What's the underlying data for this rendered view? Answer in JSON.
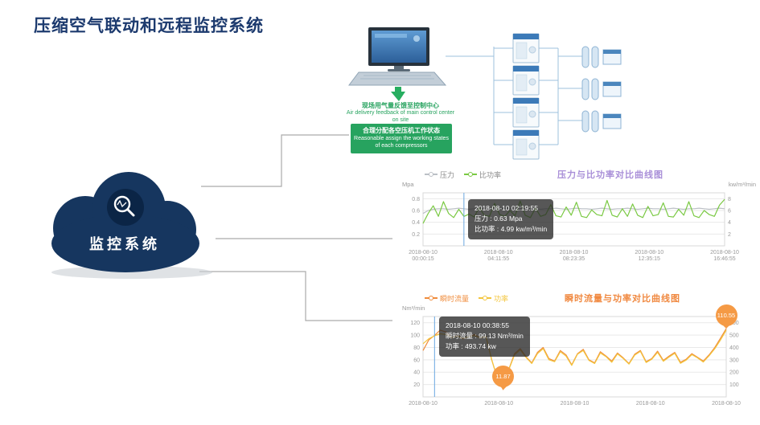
{
  "page": {
    "title": "压缩空气联动和远程监控系统"
  },
  "cloud": {
    "label": "监控系统"
  },
  "diagram": {
    "feedback_cn": "现场用气量反馈至控制中心",
    "feedback_en": "Air delivery feedback of main control center on site",
    "assign_cn": "合理分配各空压机工作状态",
    "assign_en": "Reasonable assign the working states of each compressors"
  },
  "chart_data": [
    {
      "type": "line",
      "title": "压力与比功率对比曲线图",
      "legend": [
        "压力",
        "比功率"
      ],
      "legend_position": "top-left",
      "grid": true,
      "left_axis": {
        "label": "Mpa",
        "ticks": [
          0.2,
          0.4,
          0.6,
          0.8
        ],
        "range": [
          0,
          0.9
        ]
      },
      "right_axis": {
        "label": "kw/m³/min",
        "ticks": [
          2,
          4,
          6,
          8
        ],
        "range": [
          0,
          9
        ]
      },
      "x_labels": [
        "2018-08-10\n00:00:15",
        "2018-08-10\n04:11:55",
        "2018-08-10\n08:23:35",
        "2018-08-10\n12:35:15",
        "2018-08-10\n16:46:55"
      ],
      "series": [
        {
          "name": "压力",
          "axis": "left",
          "color": "#bcc0c6",
          "values": [
            0.55,
            0.6,
            0.62,
            0.63,
            0.63,
            0.62,
            0.63,
            0.64,
            0.63,
            0.62,
            0.63,
            0.64,
            0.63,
            0.63,
            0.62,
            0.63,
            0.64,
            0.63,
            0.62,
            0.63,
            0.63,
            0.64,
            0.63,
            0.62,
            0.63,
            0.63,
            0.64,
            0.63,
            0.62,
            0.63,
            0.64,
            0.63,
            0.63,
            0.62,
            0.63,
            0.64,
            0.63,
            0.62,
            0.63,
            0.63,
            0.64,
            0.63,
            0.62,
            0.63,
            0.64,
            0.63,
            0.63,
            0.62,
            0.63,
            0.64,
            0.63,
            0.62,
            0.63,
            0.63,
            0.64,
            0.63,
            0.62,
            0.63,
            0.64,
            0.63
          ]
        },
        {
          "name": "比功率",
          "axis": "right",
          "color": "#7ac943",
          "values": [
            3.8,
            5.5,
            6.8,
            5.0,
            7.5,
            5.5,
            4.8,
            6.2,
            4.99,
            5.4,
            4.9,
            6.5,
            5.2,
            5.0,
            7.2,
            5.3,
            5.0,
            6.0,
            5.1,
            7.6,
            5.2,
            4.8,
            6.4,
            5.0,
            5.3,
            7.0,
            5.1,
            4.9,
            6.6,
            5.2,
            7.4,
            5.0,
            4.8,
            6.1,
            5.3,
            5.1,
            7.7,
            5.2,
            4.9,
            6.3,
            5.0,
            7.1,
            5.2,
            4.8,
            6.7,
            5.1,
            5.3,
            7.3,
            5.0,
            4.9,
            6.2,
            5.2,
            7.5,
            5.1,
            4.8,
            6.0,
            5.3,
            5.0,
            6.9,
            7.9
          ]
        }
      ],
      "cursor": {
        "x_fraction": 0.1356,
        "color": "#6aa7e0"
      },
      "tooltip": {
        "lines": [
          "2018-08-10 02:19:55",
          "压力 : 0.63 Mpa",
          "比功率 : 4.99 kw/m³/min"
        ]
      }
    },
    {
      "type": "line",
      "title": "瞬时流量与功率对比曲线图",
      "legend": [
        "瞬时流量",
        "功率"
      ],
      "legend_position": "top-left",
      "grid": true,
      "left_axis": {
        "label": "Nm³/min",
        "ticks": [
          20,
          40,
          60,
          80,
          100,
          120
        ],
        "range": [
          0,
          130
        ]
      },
      "right_axis": {
        "label": "",
        "ticks": [
          100,
          200,
          300,
          400,
          500,
          600
        ],
        "range": [
          0,
          650
        ]
      },
      "x_labels": [
        "2018-08-10",
        "2018-08-10",
        "2018-08-10",
        "2018-08-10",
        "2018-08-10"
      ],
      "series": [
        {
          "name": "瞬时流量",
          "axis": "left",
          "color": "#f08c3c",
          "values": [
            75,
            92,
            99.13,
            108,
            105,
            96,
            99,
            94,
            97,
            101,
            95,
            98,
            60,
            30,
            11.87,
            45,
            70,
            78,
            65,
            55,
            72,
            80,
            62,
            58,
            75,
            68,
            52,
            70,
            77,
            60,
            55,
            73,
            66,
            58,
            71,
            63,
            54,
            69,
            75,
            57,
            62,
            74,
            59,
            66,
            72,
            56,
            61,
            70,
            64,
            58,
            68,
            80,
            95,
            110.55
          ]
        },
        {
          "name": "功率",
          "axis": "right",
          "color": "#f3c53d",
          "values": [
            430,
            470,
            493.74,
            510,
            505,
            480,
            490,
            475,
            485,
            495,
            478,
            488,
            300,
            150,
            95,
            220,
            340,
            380,
            320,
            270,
            350,
            390,
            300,
            285,
            365,
            330,
            255,
            345,
            375,
            295,
            270,
            355,
            325,
            280,
            348,
            310,
            265,
            338,
            368,
            278,
            305,
            360,
            288,
            322,
            352,
            272,
            298,
            342,
            315,
            282,
            332,
            390,
            460,
            540
          ]
        }
      ],
      "cursor": {
        "x_fraction": 0.038,
        "color": "#6aa7e0"
      },
      "tooltip": {
        "lines": [
          "2018-08-10 00:38:55",
          "瞬时流量 : 99.13 Nm³/min",
          "功率 : 493.74 kw"
        ]
      },
      "markers": [
        {
          "label": "110.55",
          "value": 110.55,
          "axis": "left",
          "x_fraction": 1.0
        },
        {
          "label": "11.87",
          "value": 11.87,
          "axis": "left",
          "x_fraction": 0.264
        }
      ]
    }
  ]
}
